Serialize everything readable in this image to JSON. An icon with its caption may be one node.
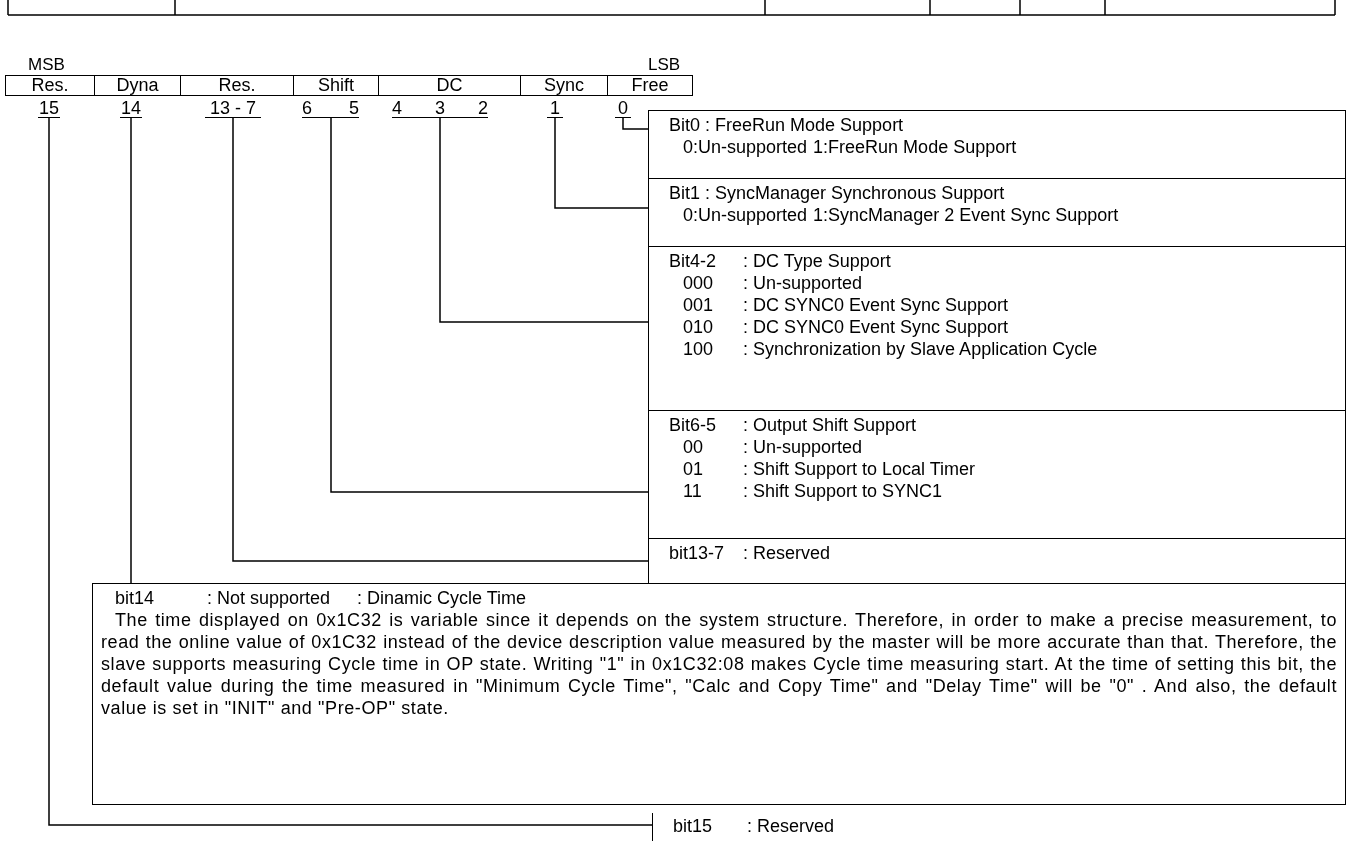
{
  "diagram": {
    "nodes": [
      {
        "text": [
          "Res."
        ]
      },
      {
        "text": [
          "Dyna"
        ]
      },
      {
        "text": [
          "Res."
        ]
      },
      {
        "text": [
          "Shift"
        ]
      },
      {
        "text": [
          "DC"
        ]
      },
      {
        "text": [
          "Sync"
        ]
      },
      {
        "text": [
          "Free"
        ]
      },
      {
        "text": [
          "15"
        ]
      },
      {
        "text": [
          "14"
        ]
      },
      {
        "text": [
          "13 - 7"
        ]
      },
      {
        "text": [
          "6",
          "5"
        ]
      },
      {
        "text": [
          "4",
          "3",
          "2"
        ]
      },
      {
        "text": [
          "1"
        ]
      },
      {
        "text": [
          "0"
        ]
      },
      {
        "text": [
          "Bit0 : FreeRun Mode Support",
          "0:Un-supported",
          "1:FreeRun Mode Support"
        ]
      },
      {
        "text": [
          "Bit1 : SyncManager Synchronous Support",
          "0:Un-supported",
          "1:SyncManager 2 Event Sync Support"
        ]
      },
      {
        "text": [
          "Bit4-2",
          ": DC Type Support",
          "000",
          ": Un-supported",
          "001",
          ": DC SYNC0 Event Sync Support",
          "010",
          ": DC SYNC0 Event Sync Support",
          "100",
          ": Synchronization by Slave Application Cycle"
        ]
      },
      {
        "text": [
          "Bit6-5",
          ": Output Shift Support",
          "00",
          ": Un-supported",
          "01",
          ": Shift Support to Local Timer",
          "11",
          ": Shift Support to SYNC1"
        ]
      },
      {
        "text": [
          "bit13-7",
          ": Reserved"
        ]
      },
      {
        "text": [
          "bit14",
          ": Not supported",
          ": Dinamic Cycle Time",
          "The time displayed on 0x1C32 is variable since it depends on the system structure. Therefore, in order to make a precise measurement, to read the online value of 0x1C32 instead of the device description value measured by the master will be more accurate than that. Therefore, the slave supports measuring Cycle time in OP state. Writing \"1\" in 0x1C32:08 makes Cycle time measuring start. At the time of setting this bit, the default value during the time measured in \"Minimum Cycle Time\", \"Calc and Copy Time\" and \"Delay Time\" will be \"0\" . And also, the default value is set in \"INIT\" and \"Pre-OP\" state."
        ]
      },
      {
        "text": [
          "bit15",
          ": Reserved"
        ]
      }
    ],
    "edges": [
      {
        "from": 13,
        "to": 14,
        "arrow": "none"
      },
      {
        "from": 12,
        "to": 15,
        "arrow": "none"
      },
      {
        "from": 11,
        "to": 16,
        "arrow": "none"
      },
      {
        "from": 10,
        "to": 17,
        "arrow": "none"
      },
      {
        "from": 9,
        "to": 18,
        "arrow": "none"
      },
      {
        "from": 8,
        "to": 19,
        "arrow": "none"
      },
      {
        "from": 7,
        "to": 20,
        "arrow": "none"
      }
    ],
    "labels": [
      "MSB",
      "LSB"
    ]
  }
}
